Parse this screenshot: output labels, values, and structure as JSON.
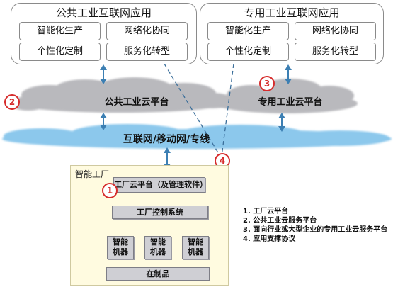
{
  "public_app": {
    "title": "公共工业互联网应用",
    "items": [
      "智能化生产",
      "网络化协同",
      "个性化定制",
      "服务化转型"
    ]
  },
  "private_app": {
    "title": "专用工业互联网应用",
    "items": [
      "智能化生产",
      "网络化协同",
      "个性化定制",
      "服务化转型"
    ]
  },
  "clouds": {
    "public_label": "公共工业云平台",
    "private_label": "专用工业云平台",
    "network_label": "互联网/移动网/专线"
  },
  "markers": [
    "1",
    "2",
    "3",
    "4"
  ],
  "factory": {
    "title": "智能工厂",
    "cloud_platform": "工厂云平台（及管理软件）",
    "control_system": "工厂控制系统",
    "machines": [
      "智能机器",
      "智能机器",
      "智能机器"
    ],
    "wip": "在制品"
  },
  "legend": [
    "1.  工厂云平台",
    "2.  公共工业云服务平台",
    "3.  面向行业或大型企业的专用工业云服务平台",
    "4.  应用支撑协议"
  ],
  "colors": {
    "cloud_gray": "#b9b9bd",
    "network_blue": "#8cc8ec",
    "arrow_blue": "#3c7fb3",
    "factory_yellow": "#fffbe0",
    "marker_red": "#d62c2c"
  }
}
